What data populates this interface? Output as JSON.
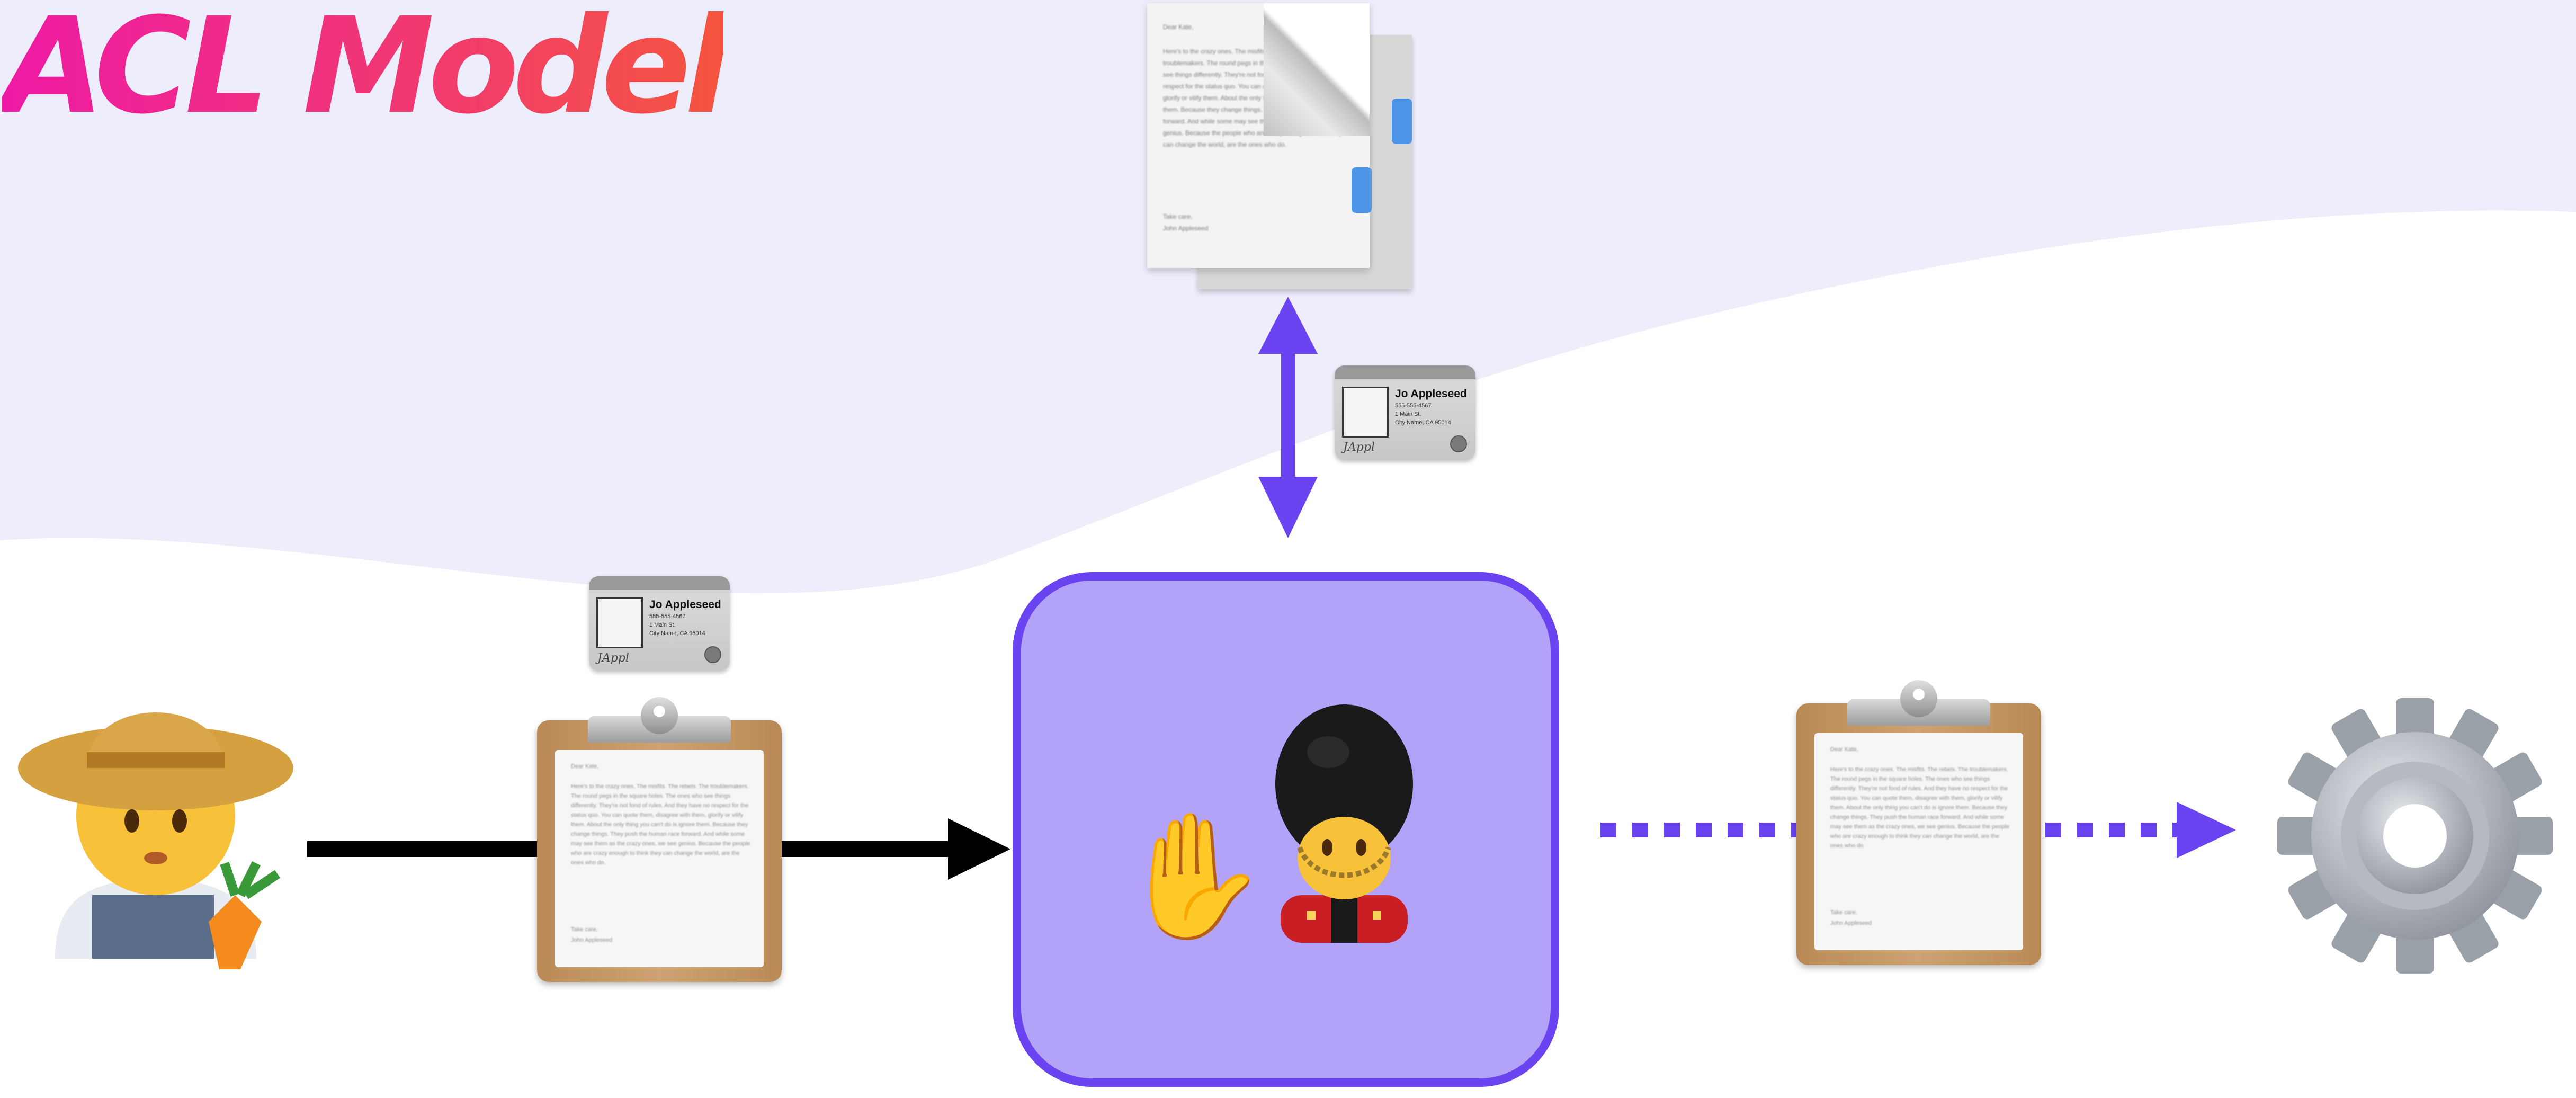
{
  "title": "ACL Model",
  "colors": {
    "accent_purple": "#6a44f0",
    "guard_fill": "#b2a2f8",
    "title_gradient_start": "#ee1aa5",
    "title_gradient_end": "#f5553f",
    "arrow_black": "#000000",
    "background_lavender": "#eeeefc"
  },
  "actors": {
    "requester": "farmer-emoji",
    "gatekeeper": "guard-emoji",
    "stop_gesture": "raised-hand-emoji",
    "service": "gear-icon",
    "resource": "document-icon"
  },
  "emoji": {
    "hand": "✋"
  },
  "id_card": {
    "name": "Jo Appleseed",
    "line1": "555-555-4567",
    "line2": "1 Main St.",
    "line3": "City Name, CA 95014",
    "signature": "JAppl"
  },
  "request_note": {
    "greeting": "Dear Kate,",
    "body": "Here's to the crazy ones. The misfits. The rebels. The troublemakers. The round pegs in the square holes. The ones who see things differently. They're not fond of rules. And they have no respect for the status quo. You can quote them, disagree with them, glorify or vilify them. About the only thing you can't do is ignore them. Because they change things. They push the human race forward. And while some may see them as the crazy ones, we see genius. Because the people who are crazy enough to think they can change the world, are the ones who do.",
    "closing": "Take care,",
    "signer": "John Appleseed"
  },
  "connectors": [
    {
      "from": "requester",
      "to": "gatekeeper",
      "style": "solid"
    },
    {
      "from": "gatekeeper",
      "to": "service",
      "style": "dotted"
    },
    {
      "from": "gatekeeper",
      "to": "resource",
      "style": "bidirectional"
    }
  ]
}
